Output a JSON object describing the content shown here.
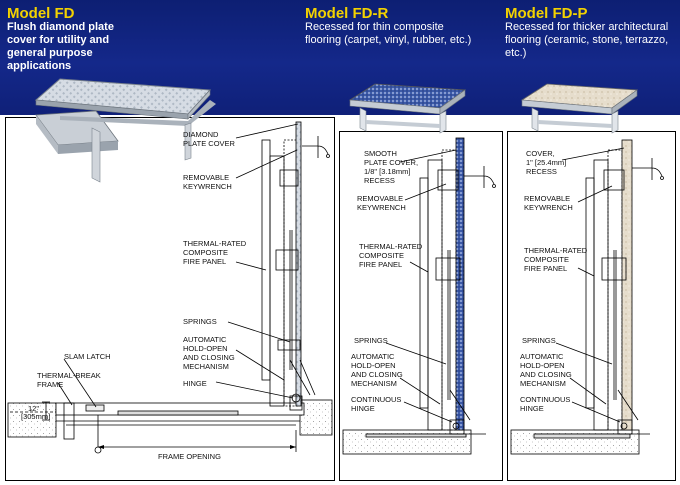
{
  "models": [
    {
      "title": "Model FD",
      "description": "Flush diamond plate cover for utility and general purpose applications",
      "labels": {
        "cover": [
          "DIAMOND",
          "PLATE COVER"
        ],
        "keywrench": [
          "REMOVABLE",
          "KEYWRENCH"
        ],
        "firepanel": [
          "THERMAL-RATED",
          "COMPOSITE",
          "FIRE PANEL"
        ],
        "springs": [
          "SPRINGS"
        ],
        "mechanism": [
          "AUTOMATIC",
          "HOLD-OPEN",
          "AND CLOSING",
          "MECHANISM"
        ],
        "hinge": [
          "HINGE"
        ],
        "slamlatch": [
          "SLAM LATCH"
        ],
        "frame": [
          "THERMAL-BREAK",
          "FRAME"
        ],
        "dimension": [
          "12\"",
          "[305mm]"
        ],
        "opening": [
          "FRAME OPENING"
        ]
      }
    },
    {
      "title": "Model FD-R",
      "description": "Recessed for thin composite flooring (carpet, vinyl, rubber, etc.)",
      "labels": {
        "cover": [
          "SMOOTH",
          "PLATE COVER,",
          "1/8\" [3.18mm]",
          "RECESS"
        ],
        "keywrench": [
          "REMOVABLE",
          "KEYWRENCH"
        ],
        "firepanel": [
          "THERMAL-RATED",
          "COMPOSITE",
          "FIRE PANEL"
        ],
        "springs": [
          "SPRINGS"
        ],
        "mechanism": [
          "AUTOMATIC",
          "HOLD-OPEN",
          "AND CLOSING",
          "MECHANISM"
        ],
        "hinge": [
          "CONTINUOUS",
          "HINGE"
        ]
      }
    },
    {
      "title": "Model FD-P",
      "description": "Recessed for thicker architectural flooring (ceramic, stone, terrazzo, etc.)",
      "labels": {
        "cover": [
          "COVER,",
          "1\" [25.4mm]",
          "RECESS"
        ],
        "keywrench": [
          "REMOVABLE",
          "KEYWRENCH"
        ],
        "firepanel": [
          "THERMAL-RATED",
          "COMPOSITE",
          "FIRE PANEL"
        ],
        "springs": [
          "SPRINGS"
        ],
        "mechanism": [
          "AUTOMATIC",
          "HOLD-OPEN",
          "AND CLOSING",
          "MECHANISM"
        ],
        "hinge": [
          "CONTINUOUS",
          "HINGE"
        ]
      }
    }
  ],
  "colors": {
    "banner": "#14288a",
    "title": "#f3d200",
    "carpet": "#3c5aa8",
    "stone": "#e6ddcc"
  }
}
